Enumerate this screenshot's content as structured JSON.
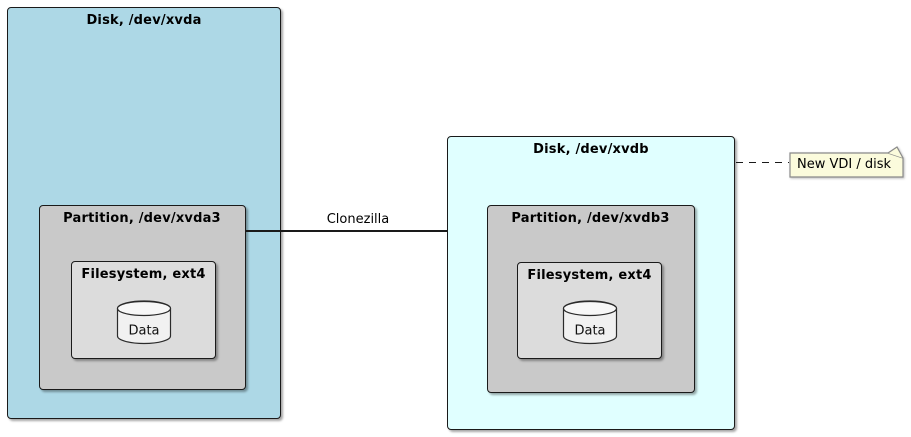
{
  "diagram": {
    "disks": [
      {
        "id": "xvda",
        "title": "Disk, /dev/xvda",
        "fill": "#ADD8E6",
        "partition": {
          "title": "Partition, /dev/xvda3",
          "fill": "#C9C9C9",
          "filesystem": {
            "title": "Filesystem, ext4",
            "fill": "#DCDCDC",
            "data_label": "Data"
          }
        }
      },
      {
        "id": "xvdb",
        "title": "Disk, /dev/xvdb",
        "fill": "#E0FFFF",
        "partition": {
          "title": "Partition, /dev/xvdb3",
          "fill": "#C9C9C9",
          "filesystem": {
            "title": "Filesystem, ext4",
            "fill": "#DCDCDC",
            "data_label": "Data"
          }
        }
      }
    ],
    "arrow": {
      "label": "Clonezilla",
      "from": "Partition, /dev/xvda3",
      "to": "Partition, /dev/xvdb3",
      "style": "solid"
    },
    "note": {
      "text": "New VDI / disk",
      "attached_to": "Disk, /dev/xvdb",
      "connector_style": "dashed",
      "fill": "#FBFBDC"
    },
    "colors": {
      "disk_xvda_fill": "#ADD8E6",
      "disk_xvdb_fill": "#E0FFFF",
      "partition_fill": "#C9C9C9",
      "filesystem_fill": "#DCDCDC",
      "cylinder_fill": "#F1F1F1",
      "note_fill": "#FBFBDC",
      "border": "#1A1A1A",
      "background": "#FFFFFF"
    }
  }
}
